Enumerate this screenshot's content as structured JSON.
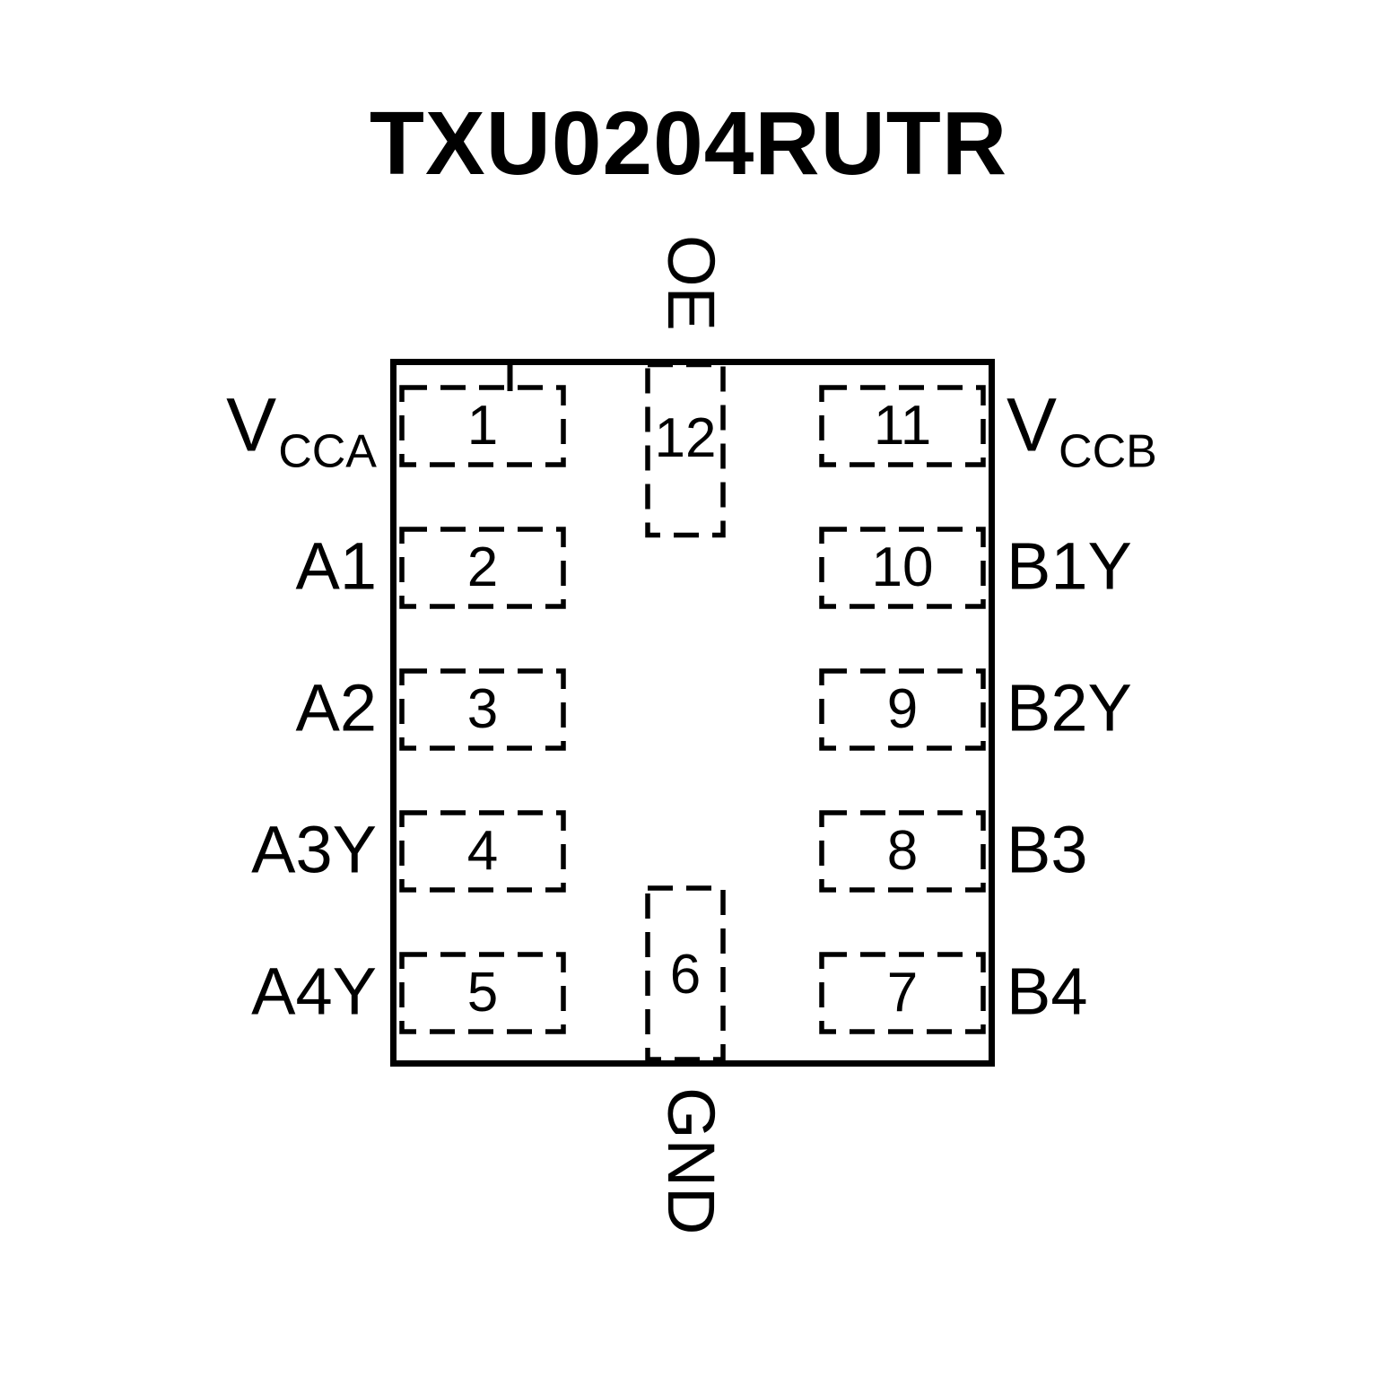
{
  "title": "TXU0204RUTR",
  "pins": {
    "top": {
      "number": "12",
      "label": "OE"
    },
    "bottom": {
      "number": "6",
      "label": "GND"
    },
    "left": [
      {
        "number": "1",
        "label_main": "V",
        "label_sub": "CCA"
      },
      {
        "number": "2",
        "label": "A1"
      },
      {
        "number": "3",
        "label": "A2"
      },
      {
        "number": "4",
        "label": "A3Y"
      },
      {
        "number": "5",
        "label": "A4Y"
      }
    ],
    "right": [
      {
        "number": "11",
        "label_main": "V",
        "label_sub": "CCB"
      },
      {
        "number": "10",
        "label": "B1Y"
      },
      {
        "number": "9",
        "label": "B2Y"
      },
      {
        "number": "8",
        "label": "B3"
      },
      {
        "number": "7",
        "label": "B4"
      }
    ]
  },
  "colors": {
    "line": "#000000",
    "background": "#ffffff"
  }
}
